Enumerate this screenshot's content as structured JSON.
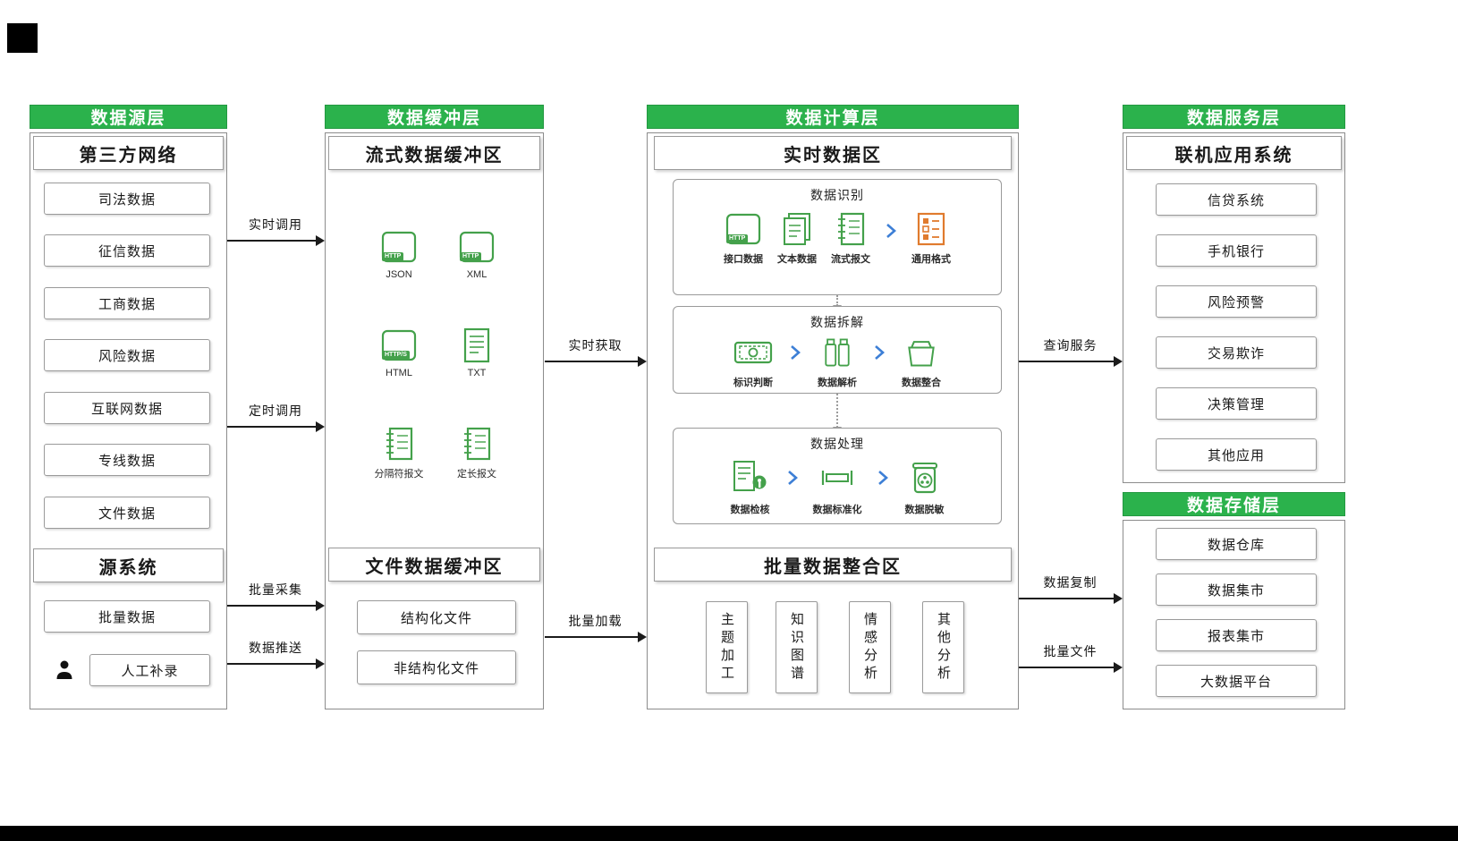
{
  "colors": {
    "header_green": "#2bb24c",
    "icon_green": "#44a14b",
    "icon_orange": "#e07b2e",
    "chevron_blue": "#3d7fd6"
  },
  "source_layer": {
    "title": "数据源层",
    "network_title": "第三方网络",
    "network_items": [
      "司法数据",
      "征信数据",
      "工商数据",
      "风险数据",
      "互联网数据",
      "专线数据",
      "文件数据"
    ],
    "system_title": "源系统",
    "system_items": [
      "批量数据",
      "人工补录"
    ]
  },
  "buffer_layer": {
    "title": "数据缓冲层",
    "stream_title": "流式数据缓冲区",
    "stream_icons": [
      "JSON",
      "XML",
      "HTML",
      "TXT",
      "分隔符报文",
      "定长报文"
    ],
    "file_title": "文件数据缓冲区",
    "file_items": [
      "结构化文件",
      "非结构化文件"
    ]
  },
  "compute_layer": {
    "title": "数据计算层",
    "realtime_title": "实时数据区",
    "stage1": {
      "title": "数据识别",
      "items": [
        "接口数据",
        "文本数据",
        "流式报文",
        "通用格式"
      ]
    },
    "stage2": {
      "title": "数据拆解",
      "items": [
        "标识判断",
        "数据解析",
        "数据整合"
      ]
    },
    "stage3": {
      "title": "数据处理",
      "items": [
        "数据检核",
        "数据标准化",
        "数据脱敏"
      ]
    },
    "batch_title": "批量数据整合区",
    "batch_items": [
      "主题加工",
      "知识图谱",
      "情感分析",
      "其他分析"
    ]
  },
  "service_layer": {
    "title": "数据服务层",
    "subtitle": "联机应用系统",
    "items": [
      "信贷系统",
      "手机银行",
      "风险预警",
      "交易欺诈",
      "决策管理",
      "其他应用"
    ]
  },
  "storage_layer": {
    "title": "数据存储层",
    "items": [
      "数据仓库",
      "数据集市",
      "报表集市",
      "大数据平台"
    ]
  },
  "arrows": {
    "realtime_call": "实时调用",
    "scheduled_call": "定时调用",
    "batch_collect": "批量采集",
    "data_push": "数据推送",
    "realtime_fetch": "实时获取",
    "batch_load": "批量加载",
    "query_service": "查询服务",
    "data_copy": "数据复制",
    "batch_file": "批量文件"
  },
  "badges": {
    "http": "HTTP",
    "https": "HTTP/S"
  }
}
